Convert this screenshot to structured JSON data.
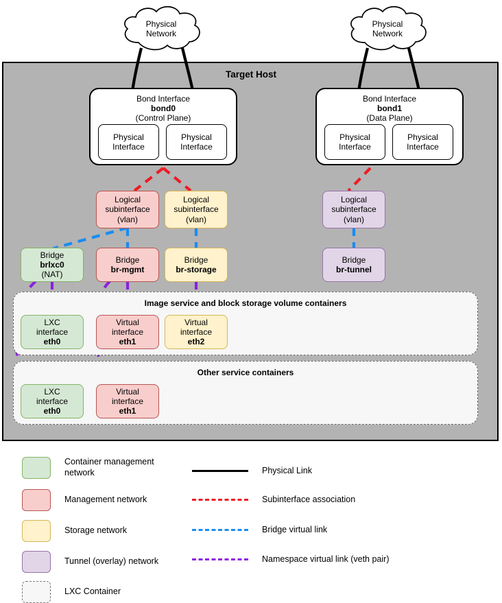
{
  "diagram": {
    "title": "Target Host",
    "clouds": [
      {
        "id": "cloud-left",
        "line1": "Physical",
        "line2": "Network"
      },
      {
        "id": "cloud-right",
        "line1": "Physical",
        "line2": "Network"
      }
    ],
    "bonds": [
      {
        "id": "bond0",
        "title": "Bond Interface",
        "name": "bond0",
        "role": "(Control Plane)",
        "nics": [
          {
            "line1": "Physical",
            "line2": "Interface"
          },
          {
            "line1": "Physical",
            "line2": "Interface"
          }
        ]
      },
      {
        "id": "bond1",
        "title": "Bond Interface",
        "name": "bond1",
        "role": "(Data Plane)",
        "nics": [
          {
            "line1": "Physical",
            "line2": "Interface"
          },
          {
            "line1": "Physical",
            "line2": "Interface"
          }
        ]
      }
    ],
    "subinterfaces": [
      {
        "id": "subif-mgmt",
        "line1": "Logical",
        "line2": "subinterface",
        "line3": "(vlan)",
        "color": "red"
      },
      {
        "id": "subif-storage",
        "line1": "Logical",
        "line2": "subinterface",
        "line3": "(vlan)",
        "color": "yellow"
      },
      {
        "id": "subif-tunnel",
        "line1": "Logical",
        "line2": "subinterface",
        "line3": "(vlan)",
        "color": "purple"
      }
    ],
    "bridges": [
      {
        "id": "bridge-brlxc0",
        "line1": "Bridge",
        "name": "brlxc0",
        "line3": "(NAT)",
        "color": "green"
      },
      {
        "id": "bridge-br-mgmt",
        "line1": "Bridge",
        "name": "br-mgmt",
        "line3": "",
        "color": "red"
      },
      {
        "id": "bridge-br-storage",
        "line1": "Bridge",
        "name": "br-storage",
        "line3": "",
        "color": "yellow"
      },
      {
        "id": "bridge-br-tunnel",
        "line1": "Bridge",
        "name": "br-tunnel",
        "line3": "",
        "color": "purple"
      }
    ],
    "container_groups": [
      {
        "id": "group-image-block",
        "label": "Image service and block storage volume containers",
        "interfaces": [
          {
            "id": "iface-eth0-a",
            "line1": "LXC",
            "line2": "interface",
            "name": "eth0",
            "color": "green"
          },
          {
            "id": "iface-eth1-a",
            "line1": "Virtual",
            "line2": "interface",
            "name": "eth1",
            "color": "red"
          },
          {
            "id": "iface-eth2-a",
            "line1": "Virtual",
            "line2": "interface",
            "name": "eth2",
            "color": "yellow"
          }
        ]
      },
      {
        "id": "group-other-service",
        "label": "Other service containers",
        "interfaces": [
          {
            "id": "iface-eth0-b",
            "line1": "LXC",
            "line2": "interface",
            "name": "eth0",
            "color": "green"
          },
          {
            "id": "iface-eth1-b",
            "line1": "Virtual",
            "line2": "interface",
            "name": "eth1",
            "color": "red"
          }
        ]
      }
    ]
  },
  "legend": {
    "swatches": [
      {
        "id": "legend-container-management",
        "label": "Container management network",
        "fill": "#d5e8d4",
        "stroke": "#82b366"
      },
      {
        "id": "legend-management",
        "label": "Management network",
        "fill": "#f8cecc",
        "stroke": "#b85450"
      },
      {
        "id": "legend-storage",
        "label": "Storage network",
        "fill": "#fff2cc",
        "stroke": "#d6b656"
      },
      {
        "id": "legend-tunnel",
        "label": "Tunnel (overlay) network",
        "fill": "#e1d5e7",
        "stroke": "#9673a6"
      },
      {
        "id": "legend-lxc-container",
        "label": "LXC Container",
        "fill": "#f7f7f7",
        "stroke": "#777777"
      }
    ],
    "lines": [
      {
        "id": "legend-physical-link",
        "label": "Physical Link",
        "color": "#000000",
        "style": "solid"
      },
      {
        "id": "legend-subinterface-association",
        "label": "Subinterface association",
        "color": "#ed1c24",
        "style": "dashed"
      },
      {
        "id": "legend-bridge-virtual-link",
        "label": "Bridge virtual link",
        "color": "#1a8cf0",
        "style": "dashed"
      },
      {
        "id": "legend-namespace-virtual-link",
        "label": "Namespace virtual link (veth pair)",
        "color": "#8c21e0",
        "style": "dashed"
      }
    ]
  },
  "colors": {
    "host_background": "#b3b3b3",
    "page_background": "#ffffff",
    "physical_link": "#000000",
    "subinterface_link": "#ed1c24",
    "bridge_link": "#1a8cf0",
    "veth_link": "#8c21e0"
  }
}
